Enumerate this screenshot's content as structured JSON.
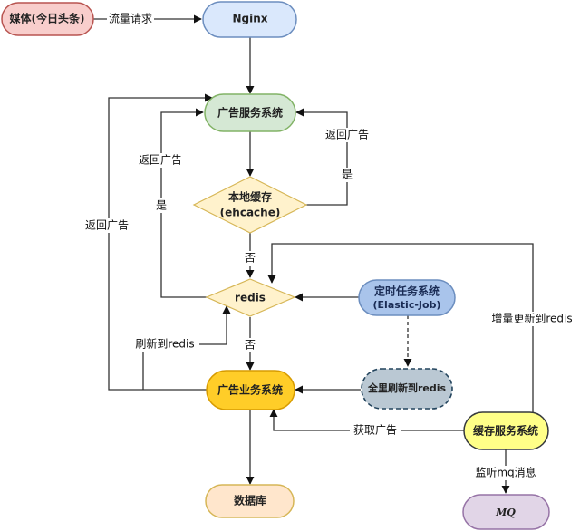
{
  "diagram": {
    "nodes": {
      "media": {
        "label": "媒体(今日头条)",
        "fill": "#f8cecc",
        "stroke": "#b85450"
      },
      "nginx": {
        "label": "Nginx",
        "fill": "#dae8fc",
        "stroke": "#6c8ebf"
      },
      "ad_service": {
        "label": "广告服务系统",
        "fill": "#d5e8d4",
        "stroke": "#82b366"
      },
      "local_cache": {
        "label_line1": "本地缓存",
        "label_line2": "(ehcache)",
        "fill": "#fff2cc",
        "stroke": "#d6b656"
      },
      "redis": {
        "label": "redis",
        "fill": "#fff2cc",
        "stroke": "#d6b656"
      },
      "scheduler": {
        "label_line1": "定时任务系统",
        "label_line2": "(Elastic-Job)",
        "fill": "#a9c4eb",
        "stroke": "#6c8ebf"
      },
      "full_refresh": {
        "label": "全里刷新到redis",
        "fill": "#bac8d3",
        "stroke": "#23445d"
      },
      "ad_business": {
        "label": "广告业务系统",
        "fill": "#ffcd28",
        "stroke": "#d79b00"
      },
      "cache_service": {
        "label": "缓存服务系统",
        "fill": "#ffff88",
        "stroke": "#36393d"
      },
      "database": {
        "label": "数据库",
        "fill": "#ffe6cc",
        "stroke": "#d6b656"
      },
      "mq": {
        "label": "MQ",
        "fill": "#e1d5e7",
        "stroke": "#9673a6"
      }
    },
    "edge_labels": {
      "traffic_request": "流量请求",
      "return_ad_left_outer": "返回广告",
      "return_ad_left_inner": "返回广告",
      "yes_left": "是",
      "return_ad_right": "返回广告",
      "yes_right": "是",
      "no_local": "否",
      "no_redis": "否",
      "refresh_redis": "刷新到redis",
      "incremental_update": "增量更新到redis",
      "fetch_ad": "获取广告",
      "listen_mq": "监听mq消息"
    }
  }
}
